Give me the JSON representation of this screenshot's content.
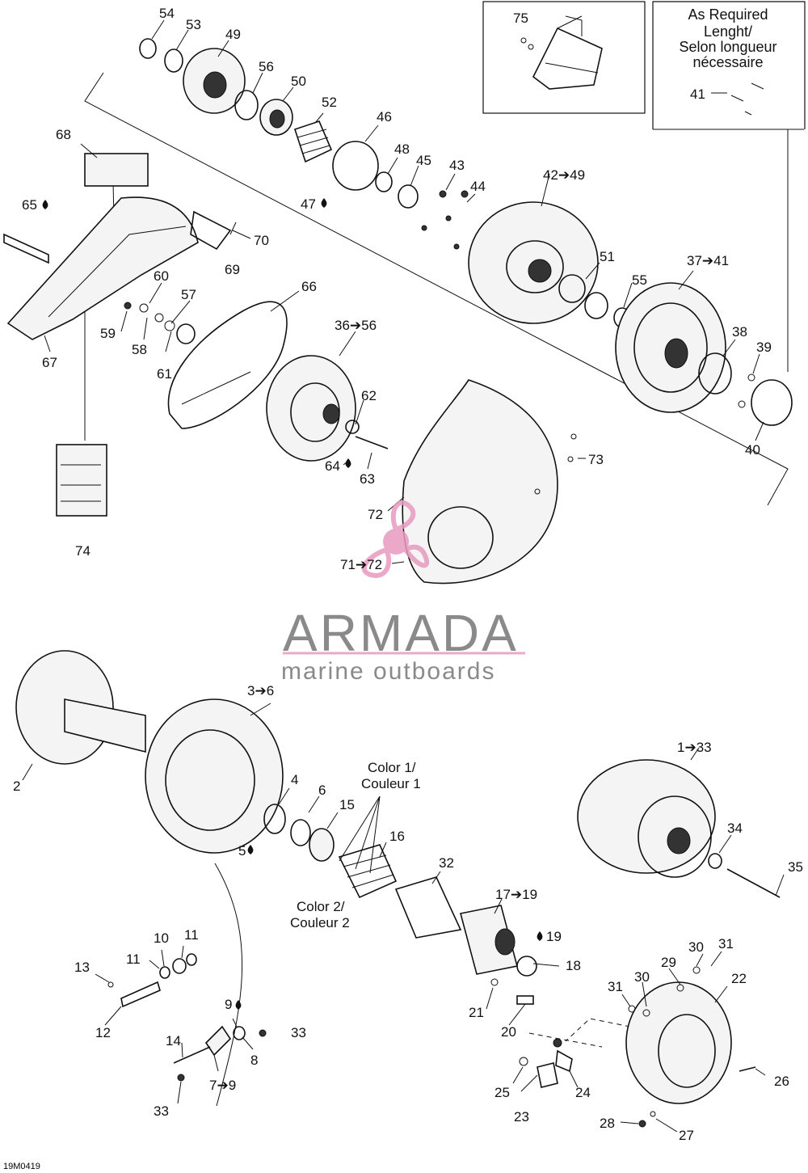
{
  "labels": {
    "l54": "54",
    "l53": "53",
    "l49": "49",
    "l56": "56",
    "l50": "50",
    "l52": "52",
    "l46": "46",
    "l48": "48",
    "l45": "45",
    "l43": "43",
    "l44": "44",
    "l47": "47",
    "l42_49": "42➔49",
    "l51": "51",
    "l55": "55",
    "l37_41": "37➔41",
    "l38": "38",
    "l39": "39",
    "l40": "40",
    "l68": "68",
    "l65": "65",
    "l70": "70",
    "l69": "69",
    "l60": "60",
    "l57": "57",
    "l59": "59",
    "l58": "58",
    "l61": "61",
    "l67": "67",
    "l66": "66",
    "l36_56": "36➔56",
    "l62": "62",
    "l64": "64",
    "l63": "63",
    "l73": "73",
    "l72": "72",
    "l71_72": "71➔72",
    "l74": "74",
    "l75": "75",
    "l41": "41",
    "l3_6": "3➔6",
    "l2": "2",
    "l4": "4",
    "l6": "6",
    "l15": "15",
    "l5": "5",
    "l16": "16",
    "l32": "32",
    "l1_33": "1➔33",
    "l34": "34",
    "l35": "35",
    "l17_19": "17➔19",
    "l19": "19",
    "l18": "18",
    "l21": "21",
    "l20": "20",
    "l10": "10",
    "l11a": "11",
    "l11b": "11",
    "l13": "13",
    "l12": "12",
    "l9": "9",
    "l33a": "33",
    "l14": "14",
    "l8": "8",
    "l7_9": "7➔9",
    "l33b": "33",
    "l29": "29",
    "l30a": "30",
    "l31a": "31",
    "l31b": "31",
    "l30b": "30",
    "l22": "22",
    "l25": "25",
    "l24": "24",
    "l26": "26",
    "l23": "23",
    "l28": "28",
    "l27": "27"
  },
  "notes": {
    "color1_line1": "Color 1/",
    "color1_line2": "Couleur 1",
    "color2_line1": "Color 2/",
    "color2_line2": "Couleur 2",
    "as_required_1": "As Required",
    "as_required_2": "Lenght/",
    "as_required_3": "Selon longueur",
    "as_required_4": "nécessaire"
  },
  "watermark": {
    "brand": "ARMADA",
    "tagline": "marine outboards",
    "brand_color": "#8a8a8a",
    "accent_color": "#e89ac0"
  },
  "figure_code": "19M0419",
  "icons": {
    "lubricant": "oil-drop-icon",
    "arrow": "right-arrow-glyph"
  }
}
